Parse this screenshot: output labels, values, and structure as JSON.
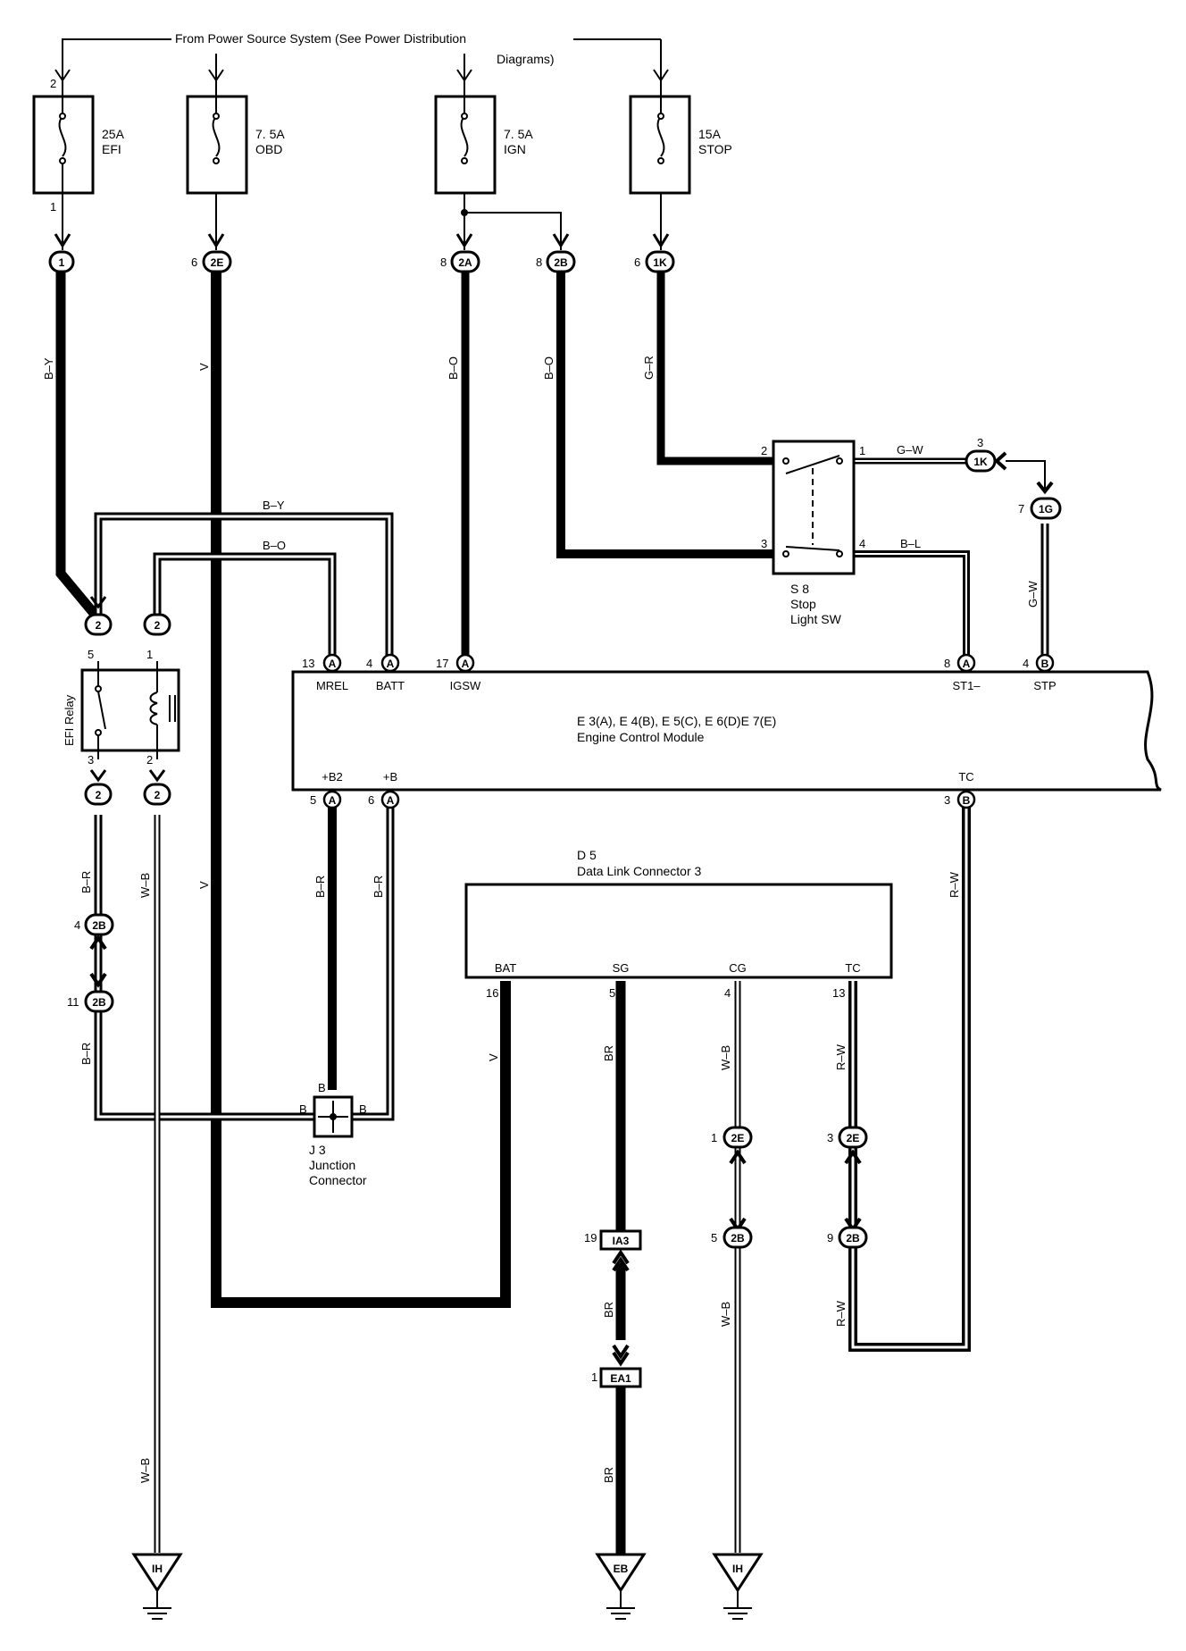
{
  "header": {
    "line1": "From Power Source System  (See Power Distribution",
    "line2": "Diagrams)"
  },
  "fuses": [
    {
      "amp": "25A",
      "name": "EFI",
      "pin_top": "2",
      "pin_bottom": "1"
    },
    {
      "amp": "7. 5A",
      "name": "OBD"
    },
    {
      "amp": "7. 5A",
      "name": "IGN"
    },
    {
      "amp": "15A",
      "name": "STOP"
    }
  ],
  "connectors": {
    "c1": {
      "code": "1"
    },
    "c2E_top": {
      "code": "2E",
      "pin": "6"
    },
    "c2A": {
      "code": "2A",
      "pin": "8"
    },
    "c2B_top": {
      "code": "2B",
      "pin": "8"
    },
    "c1K_top": {
      "code": "1K",
      "pin": "6"
    },
    "c1K_right": {
      "code": "1K",
      "pin": "3"
    },
    "c1G": {
      "code": "1G",
      "pin": "7"
    },
    "relay_top_left": {
      "code": "2",
      "pin": "5"
    },
    "relay_top_right": {
      "code": "2",
      "pin": "1"
    },
    "relay_bot_left": {
      "code": "2",
      "pin": "3"
    },
    "relay_bot_right": {
      "code": "2",
      "pin": "2"
    },
    "c2B_4": {
      "code": "2B",
      "pin": "4"
    },
    "c2B_11": {
      "code": "2B",
      "pin": "11"
    },
    "c2E_1": {
      "code": "2E",
      "pin": "1"
    },
    "c2E_3": {
      "code": "2E",
      "pin": "3"
    },
    "c2B_5": {
      "code": "2B",
      "pin": "5"
    },
    "c2B_9": {
      "code": "2B",
      "pin": "9"
    },
    "cIA3": {
      "code": "IA3",
      "pin": "19"
    },
    "cEA1": {
      "code": "EA1",
      "pin": "1"
    }
  },
  "wires": {
    "by_left": "B–Y",
    "v_top": "V",
    "bo_ign": "B–O",
    "bo_stop": "B–O",
    "gr": "G–R",
    "gw_top": "G–W",
    "by_top": "B–Y",
    "bo_mid": "B–O",
    "bl": "B–L",
    "gw_side": "G–W",
    "br_left_upper": "B–R",
    "wb_relay": "W–B",
    "v_mid": "V",
    "br_b2": "B–R",
    "br_b": "B–R",
    "rw_tc": "R–W",
    "br_left_lower": "B–R",
    "v_dlc": "V",
    "br_sg": "BR",
    "wb_cg": "W–B",
    "rw_dlc": "R–W",
    "br_mid": "BR",
    "wb_cg_low": "W–B",
    "rw_low": "R–W",
    "wb_bottom": "W–B",
    "br_bottom": "BR"
  },
  "stop_switch": {
    "id": "S 8",
    "line1": "Stop",
    "line2": "Light SW",
    "pin2": "2",
    "pin1": "1",
    "pin3": "3",
    "pin4": "4"
  },
  "efi_relay": {
    "label": "EFI Relay"
  },
  "ecm": {
    "line1": "E 3(A), E 4(B), E 5(C), E 6(D)E 7(E)",
    "line2": "Engine Control Module",
    "top_pins": [
      {
        "pin": "13",
        "conn": "A",
        "name": "MREL"
      },
      {
        "pin": "4",
        "conn": "A",
        "name": "BATT"
      },
      {
        "pin": "17",
        "conn": "A",
        "name": "IGSW"
      },
      {
        "pin": "8",
        "conn": "A",
        "name": "ST1–"
      },
      {
        "pin": "4",
        "conn": "B",
        "name": "STP"
      }
    ],
    "bottom_pins": [
      {
        "pin": "5",
        "conn": "A",
        "name": "+B2"
      },
      {
        "pin": "6",
        "conn": "A",
        "name": "+B"
      },
      {
        "pin": "3",
        "conn": "B",
        "name": "TC"
      }
    ]
  },
  "dlc": {
    "id": "D 5",
    "name": "Data Link Connector 3",
    "pins": [
      {
        "pin": "16",
        "name": "BAT"
      },
      {
        "pin": "5",
        "name": "SG"
      },
      {
        "pin": "4",
        "name": "CG"
      },
      {
        "pin": "13",
        "name": "TC"
      }
    ]
  },
  "junction": {
    "id": "J 3",
    "line1": "Junction",
    "line2": "Connector",
    "pin": "B"
  },
  "grounds": [
    {
      "code": "IH"
    },
    {
      "code": "EB"
    },
    {
      "code": "IH"
    }
  ]
}
